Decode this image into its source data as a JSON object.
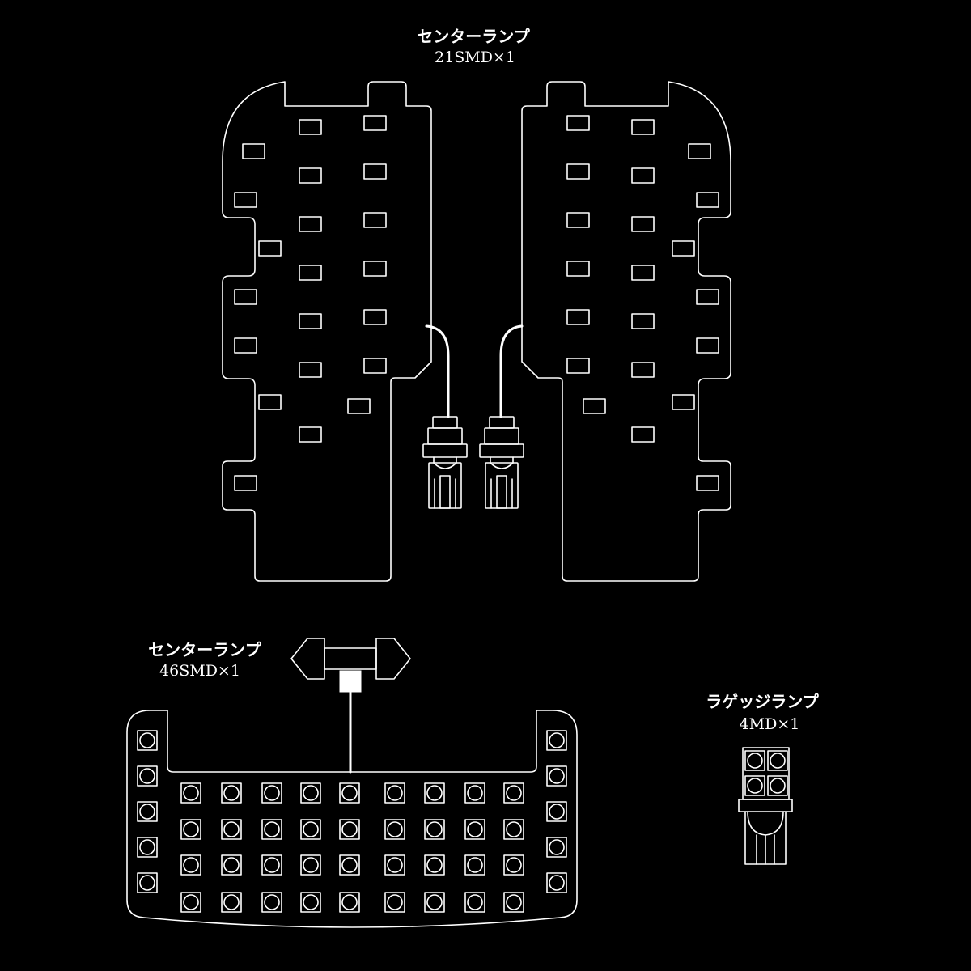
{
  "center_lamp_top": {
    "name": "センターランプ",
    "spec": "21SMD×1"
  },
  "center_lamp_bottom": {
    "name": "センターランプ",
    "spec": "46SMD×1"
  },
  "luggage_lamp": {
    "name": "ラゲッジランプ",
    "spec": "4MD×1"
  },
  "colors": {
    "background": "#000000",
    "line": "#ffffff"
  }
}
